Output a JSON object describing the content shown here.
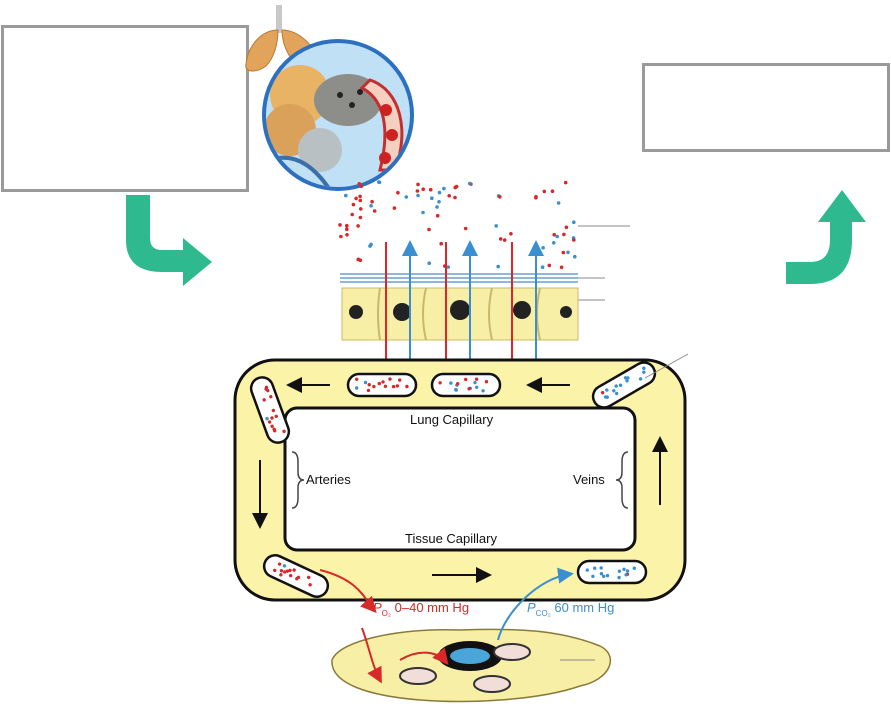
{
  "labels": {
    "lung_capillary": "Lung Capillary",
    "tissue_capillary": "Tissue Capillary",
    "arteries": "Arteries",
    "veins": "Veins"
  },
  "pressures": {
    "o2_symbol": "P",
    "o2_sub": "O₂",
    "o2_value": "0–40 mm Hg",
    "co2_symbol": "P",
    "co2_sub": "CO₂",
    "co2_value": "60 mm Hg"
  },
  "colors": {
    "vessel_fill": "#fbf3a8",
    "o2_red": "#d8282a",
    "co2_blue": "#3a8fd0",
    "curved_arrow": "#2fb98f",
    "label_box_border": "#9a9a9a"
  }
}
